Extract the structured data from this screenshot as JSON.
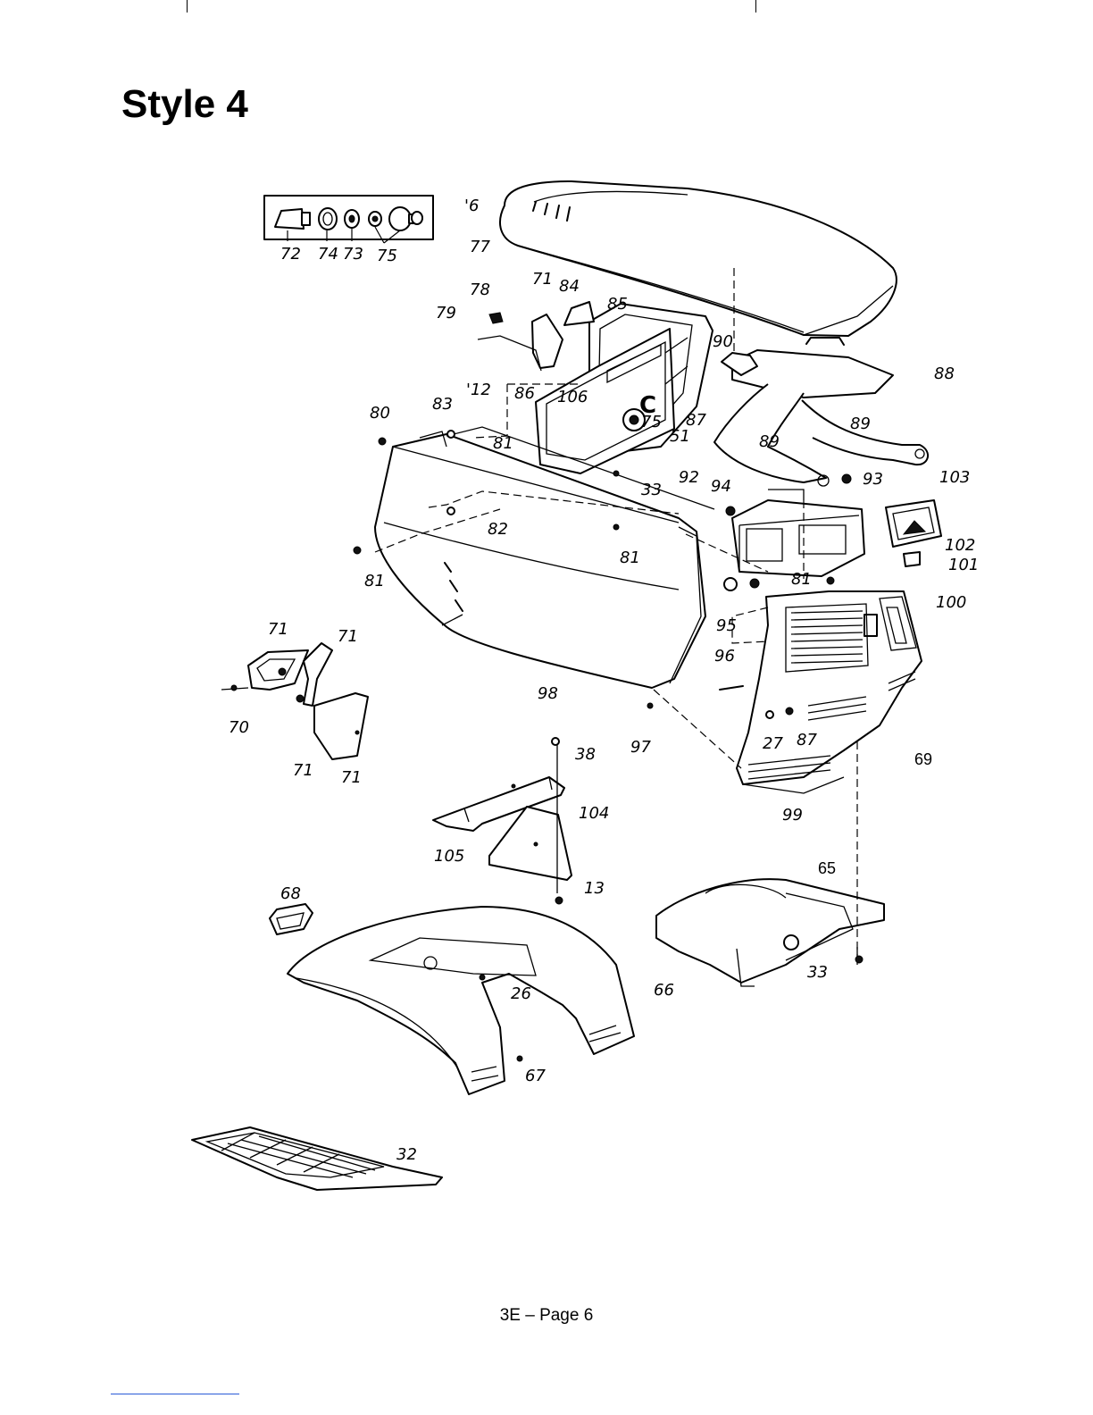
{
  "title": "Style 4",
  "footer": "3E – Page 6",
  "part_labels": {
    "p76": "'6",
    "p77": "77",
    "p78": "78",
    "p79": "79",
    "p71a": "71",
    "p84": "84",
    "p85": "85",
    "p90": "90",
    "p88": "88",
    "p12": "'12",
    "p86": "86",
    "p106": "106",
    "pC": "C",
    "p75b": "75",
    "p87a": "87",
    "p89a": "89",
    "p89b": "89",
    "p80": "80",
    "p83": "83",
    "p81a": "81",
    "p51": "51",
    "p33a": "33",
    "p92": "92",
    "p94": "94",
    "p93": "93",
    "p103": "103",
    "p82": "82",
    "p81b": "81",
    "p81c": "81",
    "p81d": "81",
    "p102": "102",
    "p101": "101",
    "p100": "100",
    "p95": "95",
    "p96": "96",
    "p71b": "71",
    "p71c": "71",
    "p70": "70",
    "p71d": "71",
    "p71e": "71",
    "p98": "98",
    "p97": "97",
    "p27": "27",
    "p87b": "87",
    "p69": "69",
    "p38": "38",
    "p99": "99",
    "p104": "104",
    "p105": "105",
    "p13": "13",
    "p65": "65",
    "p68": "68",
    "p66": "66",
    "p26": "26",
    "p33b": "33",
    "p67": "67",
    "p32": "32",
    "inset": [
      "72",
      "74",
      "73",
      "75"
    ]
  }
}
